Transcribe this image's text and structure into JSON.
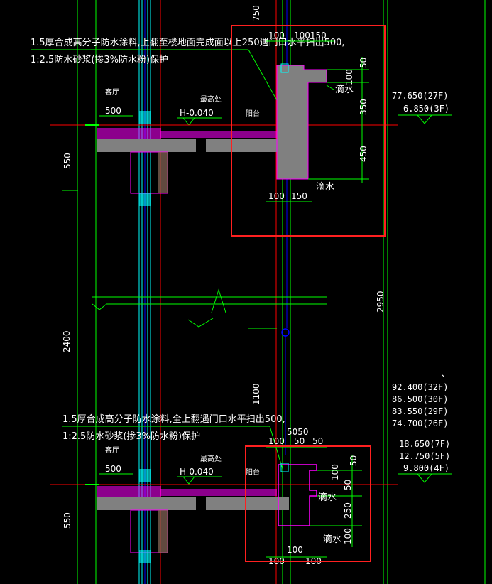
{
  "colors": {
    "background": "#000000",
    "dimension": "#00ff00",
    "axis": "#ff0000",
    "boundary": "#ff00ff",
    "structure": "#808080",
    "glass": "#00ffff",
    "highlight": "#ff0000",
    "text": "#ffffff",
    "guide": "#0000ff"
  },
  "upper": {
    "note_line1": "1.5厚合成高分子防水涂料,上翻至楼地面完成面以上250遇门口水平扫出500,",
    "note_line2": "1:2.5防水砂浆(掺3%防水粉)保护",
    "room_living": "客厅",
    "room_balcony": "阳台",
    "high_point": "最高处",
    "level_mark": "H-0.040",
    "dim_500": "500",
    "dim_550": "550",
    "dim_750": "750",
    "dim_top_100": "100",
    "dim_top_100150": "100150",
    "dim_right_50": "50",
    "dim_right_100": "100",
    "dim_right_350": "350",
    "dim_right_450": "450",
    "dim_bottom_100": "100",
    "dim_bottom_150": "150",
    "drip_top": "滴水",
    "drip_bottom": "滴水",
    "elev_1": "77.650(27F)",
    "elev_2": "6.850(3F)"
  },
  "middle": {
    "dim_2400": "2400",
    "dim_2950": "2950",
    "dim_1100": "1100",
    "tick_mark": "、"
  },
  "lower": {
    "note_line1": "1.5厚合成高分子防水涂料,全上翻遇门口水平扫出500,",
    "note_line2": "1:2.5防水砂浆(掺3%防水粉)保护",
    "room_living": "客厅",
    "room_balcony": "阳台",
    "high_point": "最高处",
    "level_mark": "H-0.040",
    "dim_500": "500",
    "dim_550": "550",
    "dim_5050": "5050",
    "dim_top_100": "100",
    "dim_top_50": "50",
    "dim_top_50b": "50",
    "dim_right_50": "50",
    "dim_right_100a": "100",
    "dim_right_50b": "50",
    "dim_right_250": "250",
    "dim_right_100b": "100",
    "dim_mid_100": "100",
    "dim_bottom_100a": "100",
    "dim_bottom_100b": "100",
    "drip_top": "滴水",
    "drip_bottom": "滴水",
    "elev_1": "92.400(32F)",
    "elev_2": "86.500(30F)",
    "elev_3": "83.550(29F)",
    "elev_4": "74.700(26F)",
    "elev_5": "18.650(7F)",
    "elev_6": "12.750(5F)",
    "elev_7": "9.800(4F)"
  }
}
